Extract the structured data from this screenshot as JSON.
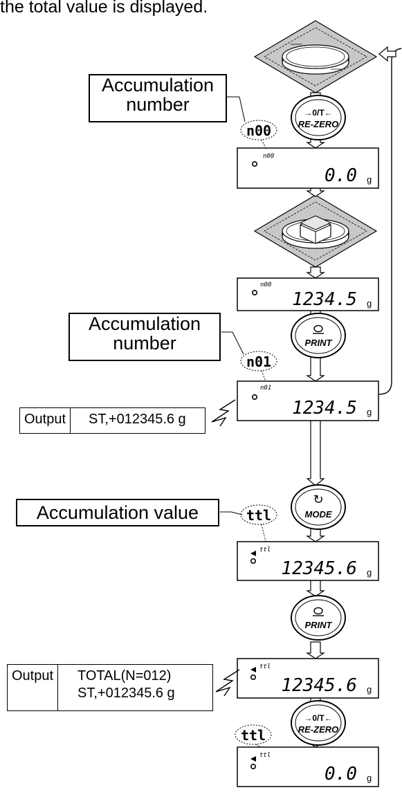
{
  "intro_text": "the total value is displayed.",
  "callouts": {
    "accumulation_number_1": [
      "Accumulation",
      "number"
    ],
    "accumulation_number_2": [
      "Accumulation",
      "number"
    ],
    "accumulation_value": "Accumulation value"
  },
  "buttons": {
    "rezero_top": {
      "symbol": "→0/T←",
      "label": "RE-ZERO"
    },
    "print_1": {
      "symbol": "O",
      "label": "PRINT"
    },
    "mode": {
      "symbol": "↻",
      "label": "MODE"
    },
    "print_2": {
      "symbol": "O",
      "label": "PRINT"
    },
    "rezero_bottom": {
      "symbol": "→0/T←",
      "label": "RE-ZERO"
    }
  },
  "indicators": {
    "n00": "n00",
    "n01": "n01",
    "ttl_1": "ttl",
    "ttl_2": "ttl"
  },
  "displays": [
    {
      "small": "n00",
      "value": "0.0",
      "unit": "g",
      "stable_mark": false
    },
    {
      "small": "n00",
      "value": "1234.5",
      "unit": "g",
      "stable_mark": false
    },
    {
      "small": "n01",
      "value": "1234.5",
      "unit": "g",
      "stable_mark": false
    },
    {
      "small": "ttl",
      "value": "12345.6",
      "unit": "g",
      "stable_mark": true
    },
    {
      "small": "ttl",
      "value": "12345.6",
      "unit": "g",
      "stable_mark": true
    },
    {
      "small": "ttl",
      "value": "0.0",
      "unit": "g",
      "stable_mark": true
    }
  ],
  "outputs": {
    "output_1": {
      "label": "Output",
      "lines": [
        "ST,+012345.6 g"
      ]
    },
    "output_2": {
      "label": "Output",
      "lines": [
        "TOTAL(N=012)",
        "ST,+012345.6 g"
      ]
    }
  },
  "colors": {
    "line": "#000000",
    "pan": "#c8c8c8",
    "background": "#ffffff"
  }
}
